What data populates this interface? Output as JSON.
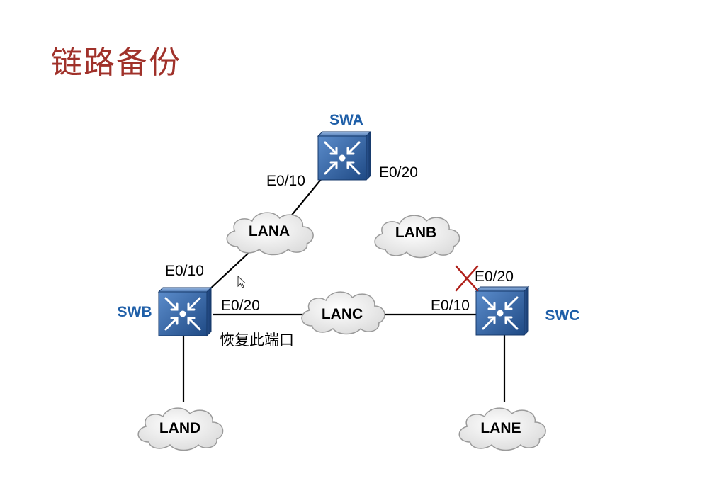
{
  "slide": {
    "title": "链路备份"
  },
  "switches": [
    {
      "id": "swa",
      "label": "SWA"
    },
    {
      "id": "swb",
      "label": "SWB"
    },
    {
      "id": "swc",
      "label": "SWC"
    }
  ],
  "lans": [
    {
      "id": "lana",
      "label": "LANA"
    },
    {
      "id": "lanb",
      "label": "LANB"
    },
    {
      "id": "lanc",
      "label": "LANC"
    },
    {
      "id": "land",
      "label": "LAND"
    },
    {
      "id": "lane",
      "label": "LANE"
    }
  ],
  "ports": {
    "swa_left": "E0/10",
    "swa_right": "E0/20",
    "swb_top": "E0/10",
    "swb_right": "E0/20",
    "swc_top": "E0/20",
    "swc_left": "E0/10"
  },
  "annotation": {
    "restore_port": "恢复此端口"
  },
  "colors": {
    "title": "#a0312a",
    "switch_label": "#1f5fa8",
    "switch_body": "#2f5e9e",
    "cloud_fill": "#f2f2f2",
    "cloud_stroke": "#9a9a9a",
    "link": "#000000",
    "blocked_port_mark": "#b0201a"
  },
  "blocked_port": "swc_top"
}
